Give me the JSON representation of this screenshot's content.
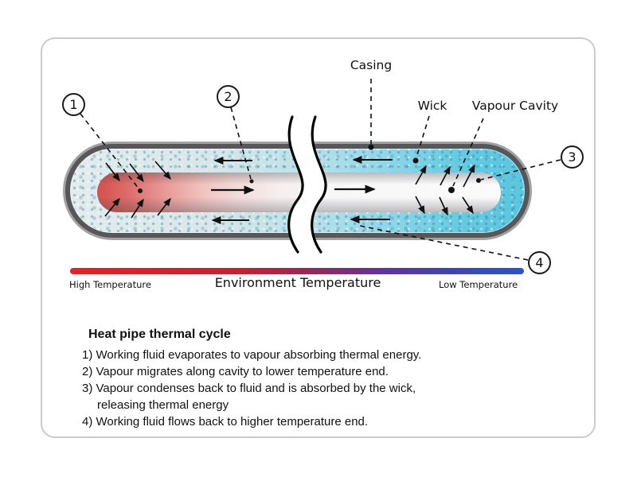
{
  "figure": {
    "labels": {
      "casing": "Casing",
      "wick": "Wick",
      "vapour_cavity": "Vapour Cavity"
    },
    "callouts": {
      "c1": "1",
      "c2": "2",
      "c3": "3",
      "c4": "4"
    }
  },
  "temperature_scale": {
    "high_label": "High Temperature",
    "center_label": "Environment Temperature",
    "low_label": "Low Temperature",
    "gradient_stops": [
      "#e42428",
      "#c32135",
      "#8d2a62",
      "#5d3699",
      "#3f46b0",
      "#2f54c7"
    ]
  },
  "legend": {
    "title": "Heat pipe thermal cycle",
    "lines": [
      "1) Working fluid evaporates to vapour absorbing thermal energy.",
      "2) Vapour migrates along cavity to lower temperature end.",
      "3) Vapour condenses back to fluid and is absorbed by the wick,",
      "releasing thermal energy",
      "4) Working fluid flows back to higher temperature end."
    ]
  },
  "colors": {
    "casing": "#57575a",
    "casing_rim": "#a2a2a4",
    "wick_left": "#e3ecee",
    "wick_right": "#59c6df",
    "cavity_hot": "#d5504e",
    "cavity_cold": "#fbfbfb",
    "ink": "#111111"
  }
}
